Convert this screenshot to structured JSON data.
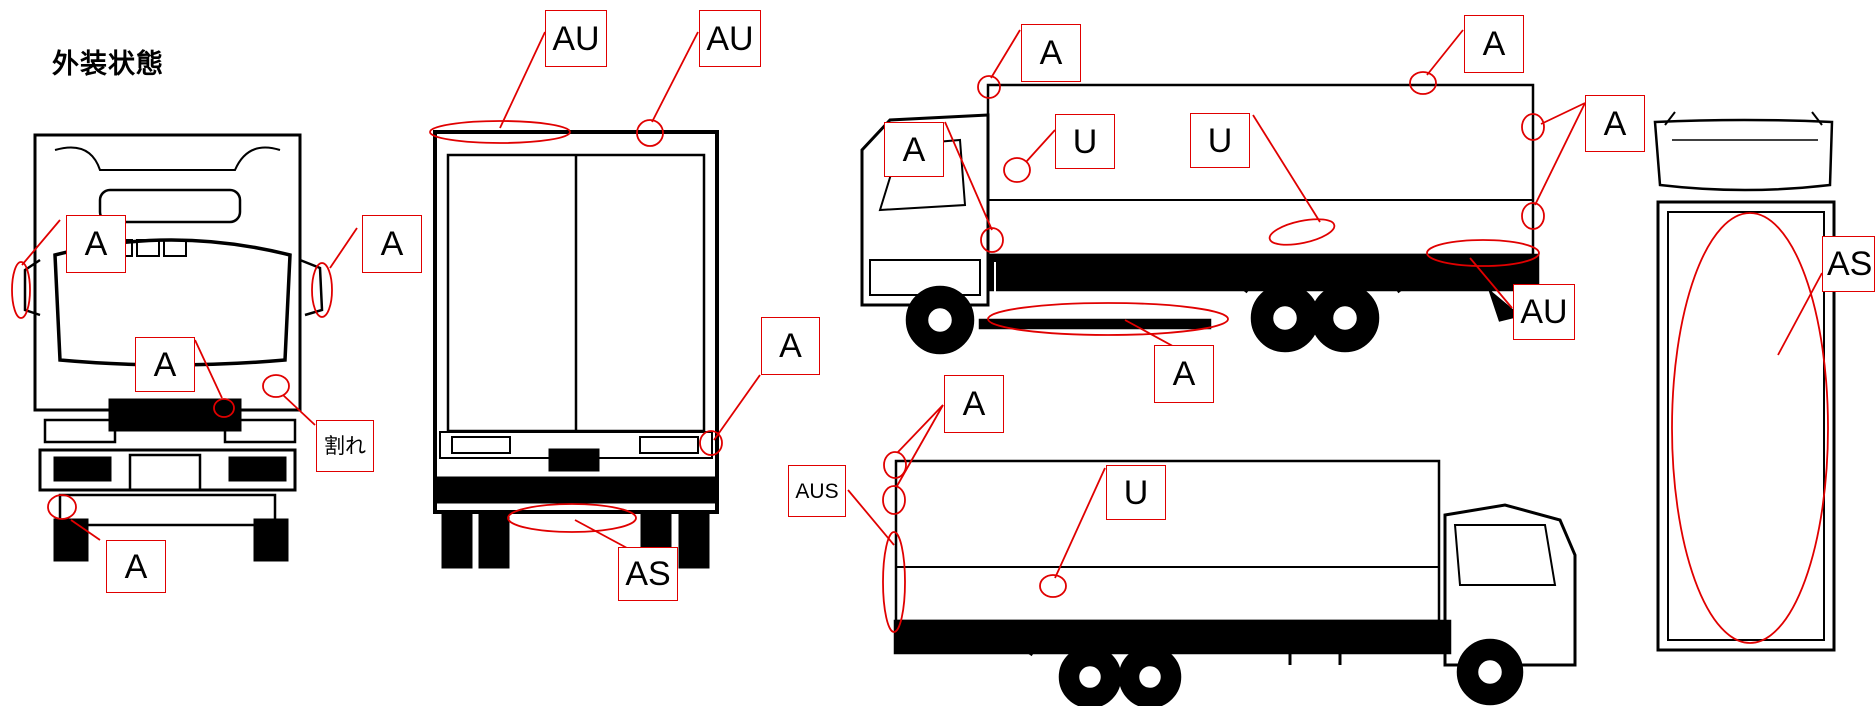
{
  "title": "外装状態",
  "colors": {
    "annotation": "#e00000",
    "truck": "#000000"
  },
  "views": [
    {
      "name": "front-view",
      "labels": [
        "A",
        "A",
        "A",
        "割れ",
        "A"
      ]
    },
    {
      "name": "rear-view",
      "labels": [
        "AU",
        "AU",
        "A",
        "AS"
      ]
    },
    {
      "name": "left-side-view",
      "labels": [
        "A",
        "A",
        "A",
        "A",
        "U",
        "U",
        "AU",
        "A"
      ]
    },
    {
      "name": "right-side-view",
      "labels": [
        "A",
        "AUS",
        "U"
      ]
    },
    {
      "name": "top-view",
      "labels": [
        "AS"
      ]
    }
  ]
}
